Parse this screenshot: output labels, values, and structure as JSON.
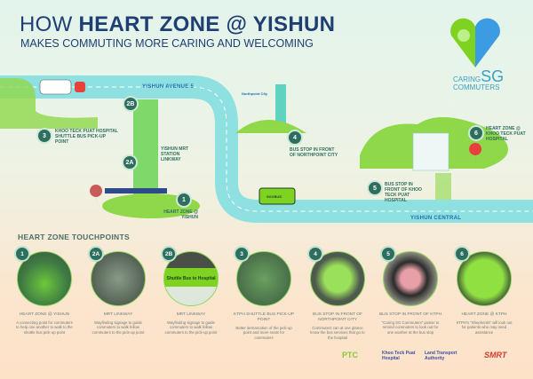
{
  "header": {
    "title_prefix": "HOW",
    "title_main": "HEART ZONE @ YISHUN",
    "subtitle": "MAKES COMMUTING MORE CARING AND WELCOMING"
  },
  "logo": {
    "line1": "CARING",
    "line1_big": "SG",
    "line2": "COMMUTERS"
  },
  "map": {
    "streets": [
      "YISHUN AVENUE 5",
      "YISHUN CENTRAL"
    ],
    "mall_sign": "Northpoint City",
    "bus_sign": "SGVBUS",
    "points": [
      {
        "id": "1",
        "label": "HEART ZONE @ YISHUN"
      },
      {
        "id": "2A",
        "label": ""
      },
      {
        "id": "2B",
        "label": ""
      },
      {
        "id": "3",
        "label": "KHOO TECK PUAT HOSPITAL SHUTTLE BUS PICK-UP POINT"
      },
      {
        "id": "4",
        "label": "BUS STOP IN FRONT OF NORTHPOINT CITY"
      },
      {
        "id": "5",
        "label": "BUS STOP IN FRONT OF KHOO TECK PUAT HOSPITAL"
      },
      {
        "id": "6",
        "label": "HEART ZONE @ KHOO TECK PUAT HOSPITAL"
      }
    ],
    "linkway_label": "YISHUN MRT STATION LINKWAY"
  },
  "touchpoints": {
    "title": "HEART ZONE TOUCHPOINTS",
    "items": [
      {
        "id": "1",
        "name": "HEART ZONE @ YISHUN",
        "desc": "A connecting point for commuters to help one another to walk to the shuttle bus pick-up point"
      },
      {
        "id": "2A",
        "name": "MRT LINKWAY",
        "desc": "Wayfinding signage to guide commuters to walk fellow commuters to the pick-up point"
      },
      {
        "id": "2B",
        "name": "MRT LINKWAY",
        "desc": "Wayfinding signage to guide commuters to walk fellow commuters to the pick-up point",
        "sign": "Shuttle Bus to Hospital"
      },
      {
        "id": "3",
        "name": "KTPH SHUTTLE BUS PICK-UP POINT",
        "desc": "Better demarcation of the pick-up point and more seats for commuters"
      },
      {
        "id": "4",
        "name": "BUS STOP IN FRONT OF NORTHPOINT CITY",
        "desc": "Commuters can at one glance know the bus services that go to the hospital"
      },
      {
        "id": "5",
        "name": "BUS STOP IN FRONT OF KTPH",
        "desc": "\"Caring SG Commuters\" poster to remind commuters to look out for one another at the bus stop"
      },
      {
        "id": "6",
        "name": "HEART ZONE @ KTPH",
        "desc": "KTPH's \"Shepherds\" will look out for patients who may need assistance"
      }
    ]
  },
  "sponsors": [
    "PTC",
    "Khoo Teck Puat Hospital",
    "Land Transport Authority",
    "SMRT"
  ],
  "colors": {
    "navy": "#1f3f73",
    "green": "#7ed321",
    "teal": "#2e6e5e",
    "road": "#8fe0e0"
  }
}
